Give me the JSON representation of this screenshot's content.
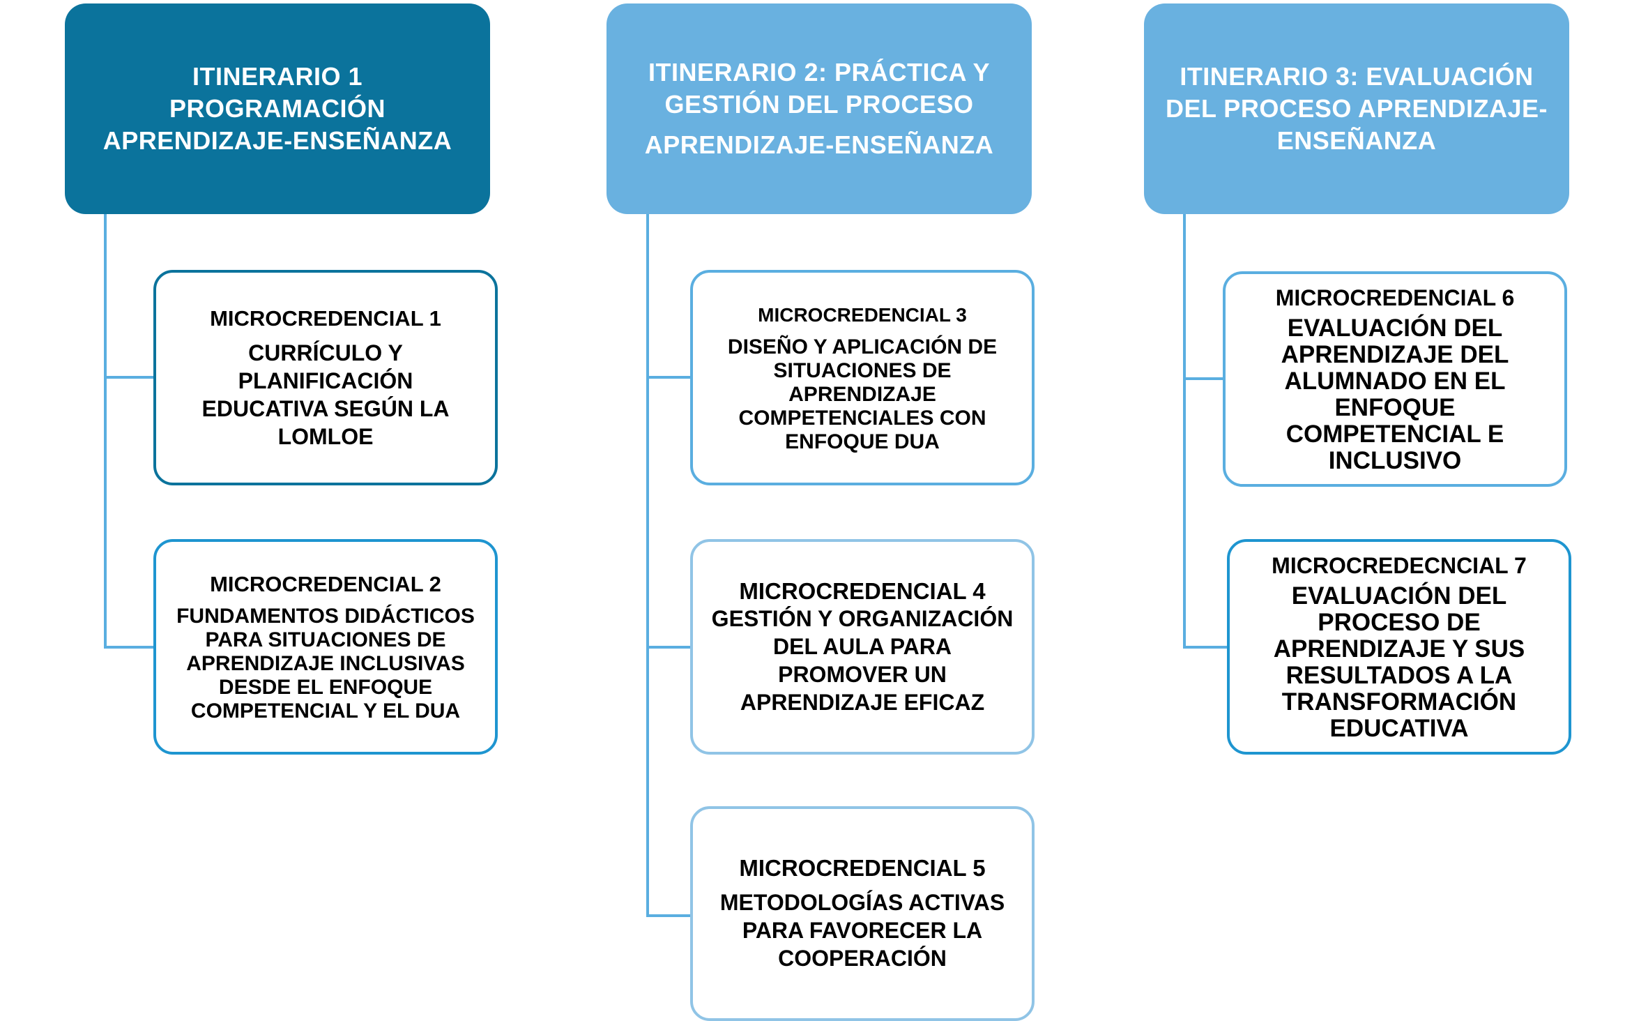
{
  "colors": {
    "itinerary1": "#0b739c",
    "itinerary2": "#69b1e0",
    "itinerary3": "#69b1e0",
    "connector": "#5aaee0"
  },
  "itineraries": [
    {
      "lines": [
        "ITINERARIO 1",
        "PROGRAMACIÓN",
        "APRENDIZAJE-ENSEÑANZA"
      ],
      "microcredentials": [
        {
          "title": "MICROCREDENCIAL 1",
          "body": "CURRÍCULO Y\nPLANIFICACIÓN\nEDUCATIVA SEGÚN LA\nLOMLOE"
        },
        {
          "title": "MICROCREDENCIAL 2",
          "body": "FUNDAMENTOS DIDÁCTICOS\nPARA SITUACIONES DE\nAPRENDIZAJE INCLUSIVAS\nDESDE EL ENFOQUE\nCOMPETENCIAL Y EL DUA"
        }
      ]
    },
    {
      "lines": [
        "ITINERARIO 2: PRÁCTICA Y",
        "GESTIÓN DEL PROCESO",
        "APRENDIZAJE-ENSEÑANZA"
      ],
      "microcredentials": [
        {
          "title": "MICROCREDENCIAL 3",
          "body": "DISEÑO Y APLICACIÓN DE\nSITUACIONES DE\nAPRENDIZAJE\nCOMPETENCIALES CON\nENFOQUE DUA"
        },
        {
          "title": "MICROCREDENCIAL 4",
          "body": "GESTIÓN Y ORGANIZACIÓN\nDEL AULA PARA\nPROMOVER UN\nAPRENDIZAJE EFICAZ"
        },
        {
          "title": "MICROCREDENCIAL 5",
          "body": "METODOLOGÍAS ACTIVAS\nPARA FAVORECER LA\nCOOPERACIÓN"
        }
      ]
    },
    {
      "lines": [
        "ITINERARIO 3: EVALUACIÓN",
        "DEL PROCESO APRENDIZAJE-",
        "ENSEÑANZA"
      ],
      "microcredentials": [
        {
          "title": "MICROCREDENCIAL 6",
          "body": "EVALUACIÓN DEL\nAPRENDIZAJE DEL\nALUMNADO EN EL\nENFOQUE\nCOMPETENCIAL E\nINCLUSIVO"
        },
        {
          "title": "MICROCREDECNCIAL 7",
          "body": "EVALUACIÓN DEL\nPROCESO DE\nAPRENDIZAJE Y SUS\nRESULTADOS A LA\nTRANSFORMACIÓN\nEDUCATIVA"
        }
      ]
    }
  ]
}
